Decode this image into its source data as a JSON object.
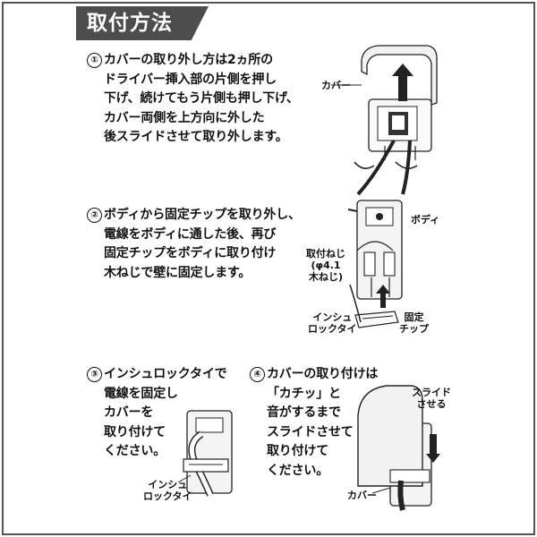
{
  "header": {
    "title": "取付方法"
  },
  "steps": [
    {
      "number": "①",
      "lines": [
        "カバーの取り外し方は2ヵ所の",
        "ドライバー挿入部の片側を押し",
        "下げ、続けてもう片側も押し下げ、",
        "カバー両側を上方向に外した",
        "後スライドさせて取り外します。"
      ]
    },
    {
      "number": "②",
      "lines": [
        "ボディから固定チップを取り外し、",
        "電線をボディに通した後、再び",
        "固定チップをボディに取り付け",
        "木ねじで壁に固定します。"
      ]
    },
    {
      "number": "③",
      "lines": [
        "インシュロックタイで",
        "電線を固定し",
        "カバーを",
        "取り付けて",
        "ください。"
      ]
    },
    {
      "number": "④",
      "lines": [
        "カバーの取り付けは",
        "「カチッ」と",
        "音がするまで",
        "スライドさせて",
        "取り付けて",
        "ください。"
      ]
    }
  ],
  "labels": {
    "cover_1": "カバー",
    "body": "ボディ",
    "screw": [
      "取付ねじ",
      "(φ4.1",
      "木ねじ)"
    ],
    "insulock_2": [
      "インシュ",
      "ロックタイ"
    ],
    "fixing_chip": [
      "固定",
      "チップ"
    ],
    "insulock_3": [
      "インシュ",
      "ロックタイ"
    ],
    "slide": [
      "スライド",
      "させる"
    ],
    "cover_4": "カバー"
  }
}
